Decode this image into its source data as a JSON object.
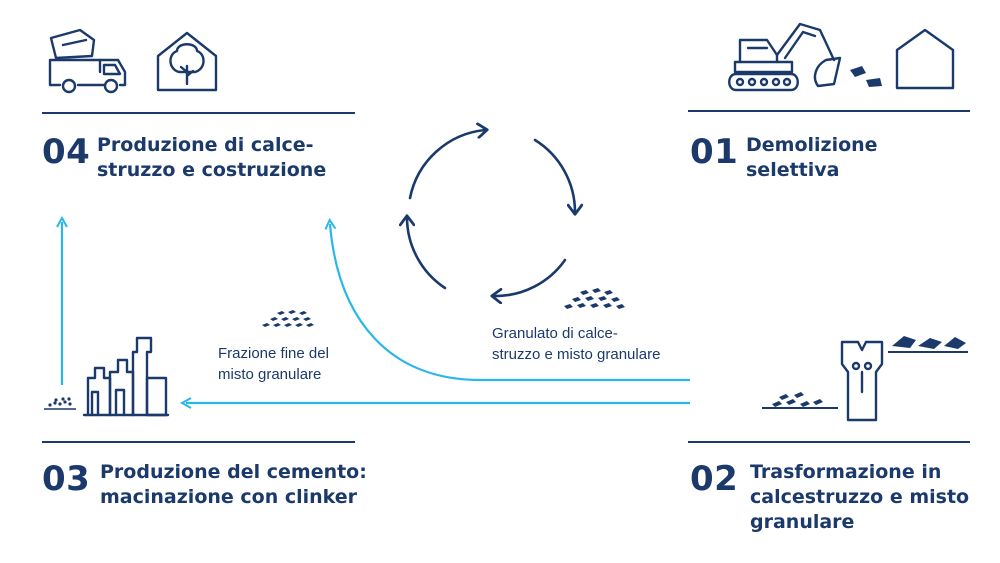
{
  "steps": [
    {
      "number": "04",
      "title_lines": [
        "Produzione di calce-",
        "struzzo e costruzione"
      ]
    },
    {
      "number": "01",
      "title_lines": [
        "Demolizione",
        "selettiva"
      ]
    },
    {
      "number": "03",
      "title_lines": [
        "Produzione del cemento:",
        "macinazione con clinker"
      ]
    },
    {
      "number": "02",
      "title_lines": [
        "Trasformazione in",
        "calcestruzzo e misto",
        "granulare"
      ]
    }
  ],
  "flows": {
    "fine_fraction": [
      "Frazione fine del",
      "misto granulare"
    ],
    "granulate": [
      "Granulato di calce-",
      "struzzo e misto granulare"
    ]
  },
  "colors": {
    "navy": "#1b3a6b",
    "accent": "#29b6e8"
  },
  "icons": [
    "cement-mixer-truck-icon",
    "house-tree-icon",
    "excavator-icon",
    "house-outline-icon",
    "crusher-icon",
    "cement-plant-icon",
    "granulate-pile-icon",
    "cycle-arrows-icon"
  ]
}
